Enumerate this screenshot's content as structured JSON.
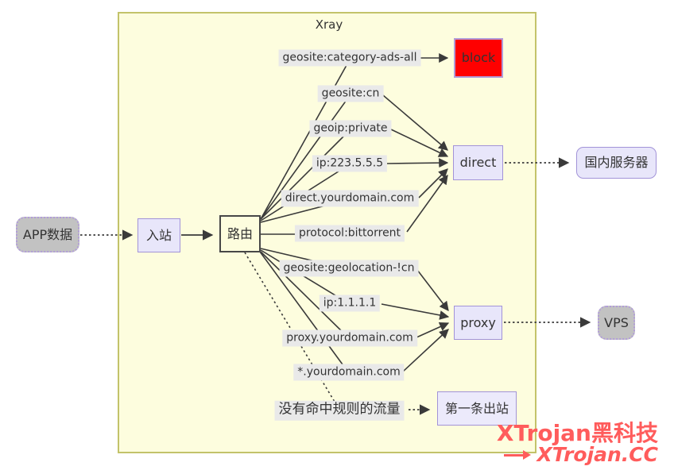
{
  "diagram": {
    "title": "Xray",
    "nodes": {
      "app_data": "APP数据",
      "inbound": "入站",
      "router": "路由",
      "block": "block",
      "direct": "direct",
      "proxy": "proxy",
      "first_outbound": "第一条出站",
      "domestic_server": "国内服务器",
      "vps": "VPS"
    },
    "rules": [
      {
        "label": "geosite:category-ads-all",
        "target": "block"
      },
      {
        "label": "geosite:cn",
        "target": "direct"
      },
      {
        "label": "geoip:private",
        "target": "direct"
      },
      {
        "label": "ip:223.5.5.5",
        "target": "direct"
      },
      {
        "label": "direct.yourdomain.com",
        "target": "direct"
      },
      {
        "label": "protocol:bittorrent",
        "target": "direct"
      },
      {
        "label": "geosite:geolocation-!cn",
        "target": "proxy"
      },
      {
        "label": "ip:1.1.1.1",
        "target": "proxy"
      },
      {
        "label": "proxy.yourdomain.com",
        "target": "proxy"
      },
      {
        "label": "*.yourdomain.com",
        "target": "proxy"
      },
      {
        "label": "没有命中规则的流量",
        "target": "first_outbound"
      }
    ],
    "colors": {
      "container_fill": "#fdfdde",
      "container_border": "#c3c36a",
      "node_fill_lavender": "#e8e6fa",
      "node_border_purple": "#a293d8",
      "node_fill_gray": "#c2c2c2",
      "block_fill": "#ff0000",
      "line": "#3a3a3a",
      "rule_label_bg": "#e9e9e9"
    }
  },
  "watermark": {
    "line1": "XTrojan黑科技",
    "line2": "XTrojan.CC",
    "color": "#ff5c5c"
  }
}
